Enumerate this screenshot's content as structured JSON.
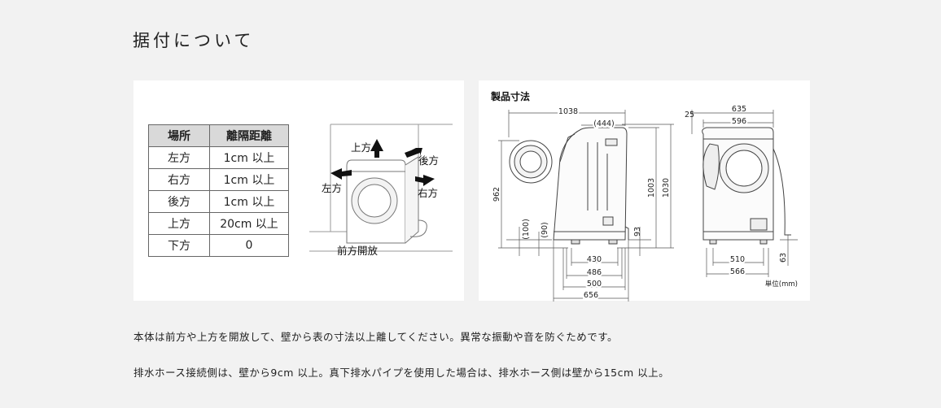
{
  "page": {
    "title": "据付について"
  },
  "clearance": {
    "headers": [
      "場所",
      "離隔距離"
    ],
    "rows": [
      [
        "左方",
        "1cm 以上"
      ],
      [
        "右方",
        "1cm 以上"
      ],
      [
        "後方",
        "1cm 以上"
      ],
      [
        "上方",
        "20cm 以上"
      ],
      [
        "下方",
        "0"
      ]
    ]
  },
  "install_diagram": {
    "labels": {
      "top": "上方",
      "back": "後方",
      "left": "左方",
      "right": "右方",
      "front": "前方開放"
    }
  },
  "dimensions": {
    "title": "製品寸法",
    "unit": "単位(mm)",
    "side": {
      "width_1038": "1038",
      "width_444": "(444)",
      "h_962": "962",
      "h_1003": "1003",
      "h_1030": "1030",
      "h_100": "(100)",
      "h_90": "(90)",
      "h_93": "93",
      "w_430": "430",
      "w_486": "486",
      "w_500": "500",
      "w_656": "656"
    },
    "front": {
      "w_25": "25",
      "w_635": "635",
      "w_596": "596",
      "w_510": "510",
      "w_566": "566",
      "h_63": "63"
    }
  },
  "notes": [
    "本体は前方や上方を開放して、壁から表の寸法以上離してください。異常な振動や音を防ぐためです。",
    "排水ホース接続側は、壁から9cm 以上。真下排水パイプを使用した場合は、排水ホース側は壁から15cm 以上。"
  ]
}
